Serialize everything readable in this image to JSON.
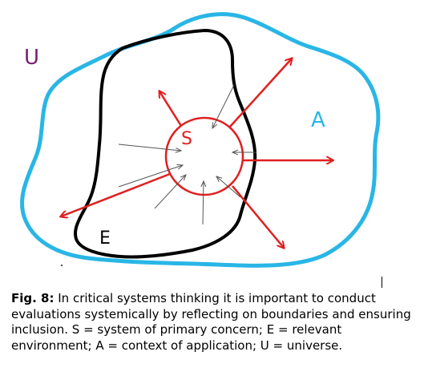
{
  "diagram": {
    "labels": {
      "universe": "U",
      "context": "A",
      "environment": "E",
      "system": "S"
    },
    "colors": {
      "universe_label": "#7a1d6e",
      "context_boundary": "#29b6e6",
      "environment_boundary": "#000000",
      "system_and_arrows": "#e01f1f",
      "influence_arrows": "#555555"
    }
  },
  "caption": {
    "prefix": "Fig. 8:",
    "text": " In critical systems thinking it is important to conduct evaluations systemically by reflecting on boundaries and ensuring inclusion. S = system of primary concern; E = relevant environment; A = context of application; U = universe."
  }
}
